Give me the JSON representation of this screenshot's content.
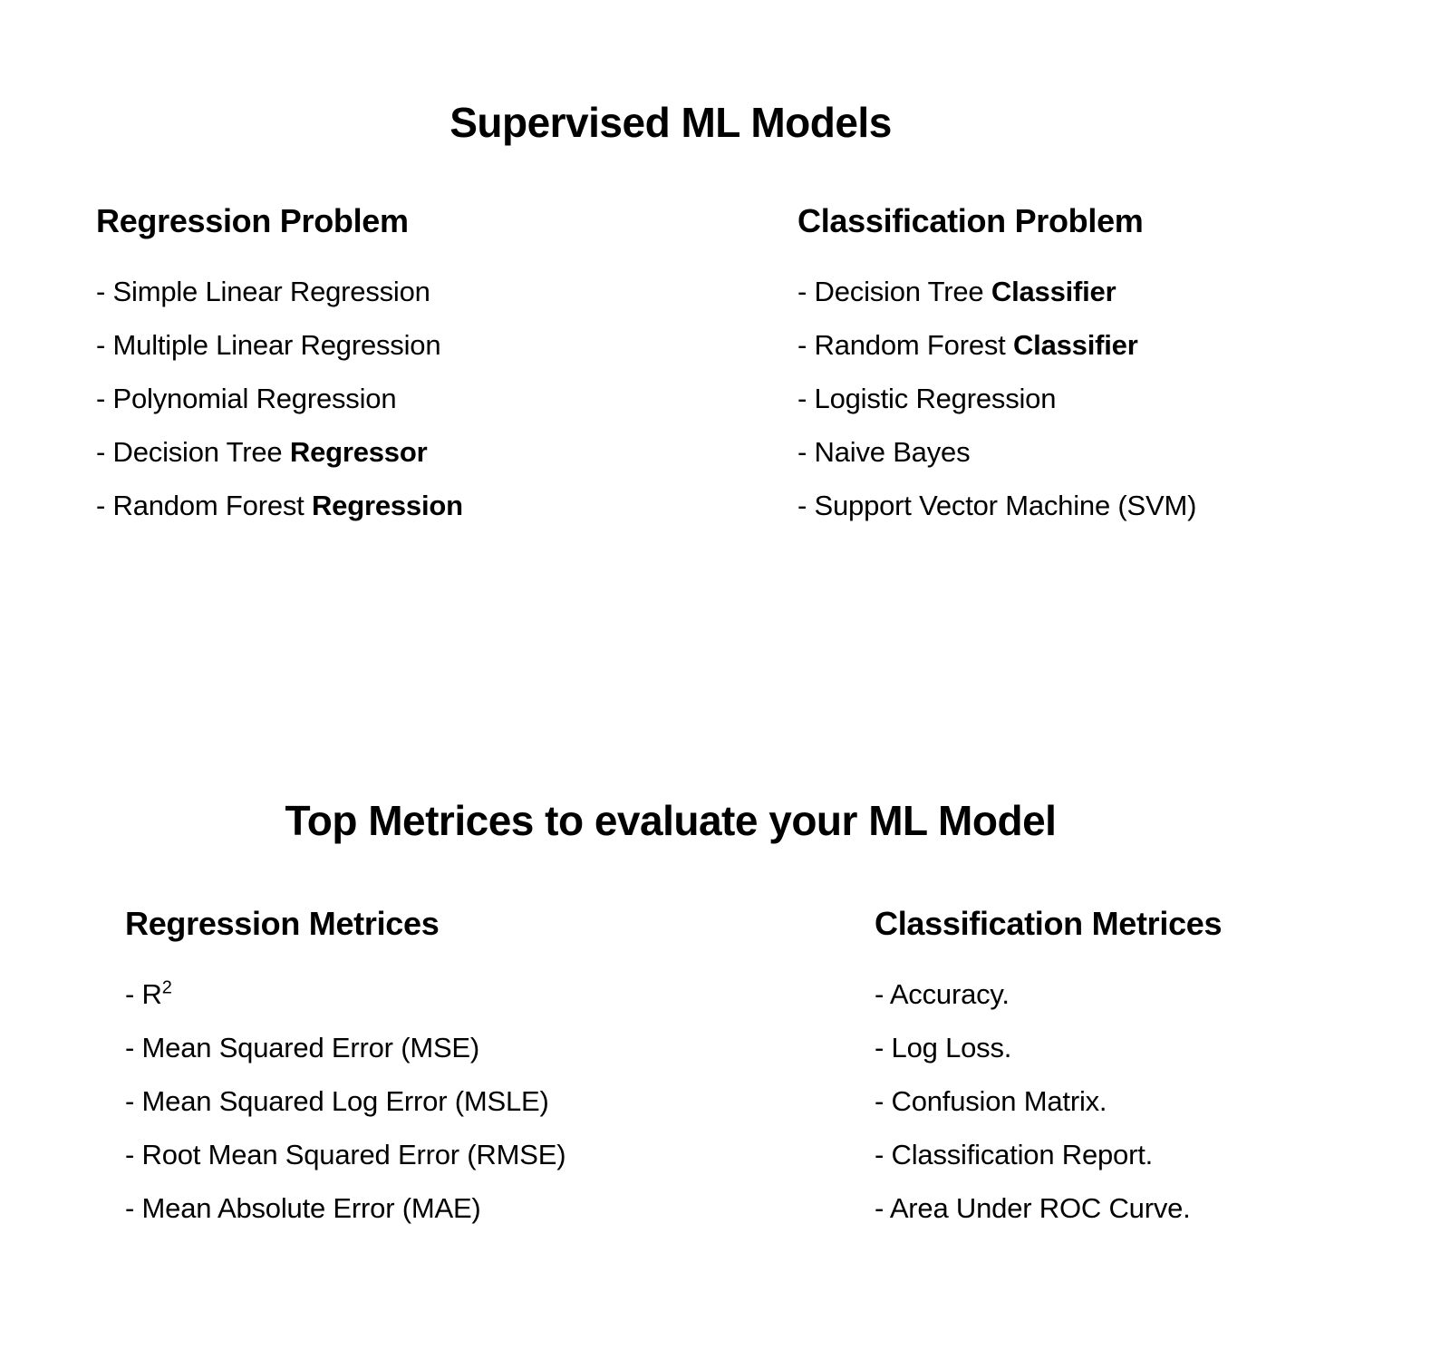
{
  "titles": {
    "models": "Supervised ML Models",
    "metrics": "Top Metrices to evaluate your ML Model"
  },
  "models": {
    "regression": {
      "heading": "Regression Problem",
      "items": [
        {
          "text": "- Simple Linear Regression",
          "bold": ""
        },
        {
          "text": "- Multiple Linear Regression",
          "bold": ""
        },
        {
          "text": "- Polynomial Regression",
          "bold": ""
        },
        {
          "text": "- Decision Tree ",
          "bold": "Regressor"
        },
        {
          "text": "- Random Forest ",
          "bold": "Regression"
        }
      ]
    },
    "classification": {
      "heading": "Classification Problem",
      "items": [
        {
          "text": "- Decision Tree ",
          "bold": "Classifier"
        },
        {
          "text": "- Random Forest ",
          "bold": "Classifier"
        },
        {
          "text": "- Logistic Regression",
          "bold": ""
        },
        {
          "text": "- Naive Bayes",
          "bold": ""
        },
        {
          "text": "- Support Vector Machine (SVM)",
          "bold": ""
        }
      ]
    }
  },
  "metrics": {
    "regression": {
      "heading": "Regression Metrices",
      "items": [
        {
          "text": "- R",
          "sup": "2"
        },
        {
          "text": "- Mean Squared Error (MSE)"
        },
        {
          "text": "- Mean Squared Log Error (MSLE)"
        },
        {
          "text": "- Root Mean Squared Error (RMSE)"
        },
        {
          "text": "- Mean Absolute Error (MAE)"
        }
      ]
    },
    "classification": {
      "heading": "Classification Metrices",
      "items": [
        {
          "text": "- Accuracy."
        },
        {
          "text": "- Log Loss."
        },
        {
          "text": "- Confusion Matrix."
        },
        {
          "text": "- Classification Report."
        },
        {
          "text": "- Area Under ROC Curve."
        }
      ]
    }
  }
}
